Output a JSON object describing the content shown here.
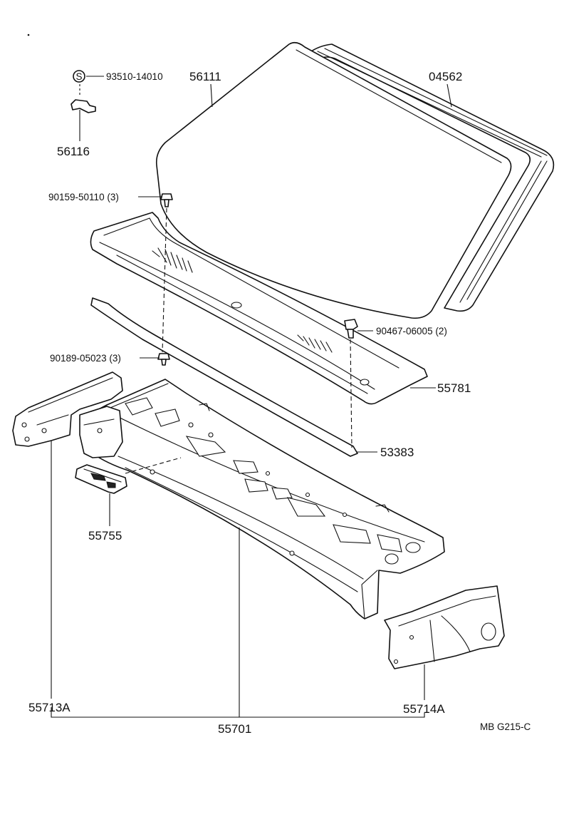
{
  "callouts": {
    "windshield": "56111",
    "molding": "04562",
    "s_symbol": "S",
    "clip_nut": "93510-14010",
    "clip_bracket": "56116",
    "screw_upper": "90159-50110 (3)",
    "clip_right": "90467-06005 (2)",
    "screw_lower": "90189-05023 (3)",
    "cowl_louver": "55781",
    "seal": "53383",
    "bracket_small": "55755",
    "side_panel_left": "55713A",
    "cowl_panel": "55701",
    "side_panel_right": "55714A"
  },
  "drawing_ref": "MB G215-C"
}
